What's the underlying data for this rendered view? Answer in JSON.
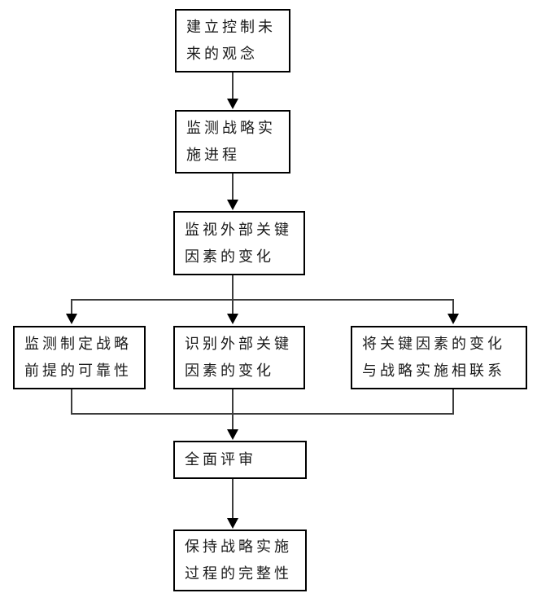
{
  "diagram": {
    "type": "flowchart",
    "background_color": "#ffffff",
    "box_border_color": "#000000",
    "text_color": "#1a1a1a",
    "connector_color": "#3d3d3d",
    "arrow_color": "#000000",
    "nodes": [
      {
        "id": "establish-concept",
        "lines": [
          "建立控制未",
          "来的观念"
        ],
        "text": "建立控制未来的观念"
      },
      {
        "id": "monitor-strategy-progress",
        "lines": [
          "监测战略实",
          "施进程"
        ],
        "text": "监测战略实施进程"
      },
      {
        "id": "watch-external-key-factors",
        "lines": [
          "监视外部关键",
          "因素的变化"
        ],
        "text": "监视外部关键因素的变化"
      },
      {
        "id": "monitor-premise-reliability",
        "lines": [
          "监测制定战略",
          "前提的可靠性"
        ],
        "text": "监测制定战略前提的可靠性"
      },
      {
        "id": "identify-key-factor-changes",
        "lines": [
          "识别外部关键",
          "因素的变化"
        ],
        "text": "识别外部关键因素的变化"
      },
      {
        "id": "link-changes-to-implementation",
        "lines": [
          "将关键因素的变化",
          "与战略实施相联系"
        ],
        "text": "将关键因素的变化与战略实施相联系"
      },
      {
        "id": "comprehensive-review",
        "lines": [
          "全面评审"
        ],
        "text": "全面评审"
      },
      {
        "id": "maintain-process-integrity",
        "lines": [
          "保持战略实施",
          "过程的完整性"
        ],
        "text": "保持战略实施过程的完整性"
      }
    ],
    "edges": [
      "establish-concept -> monitor-strategy-progress",
      "monitor-strategy-progress -> watch-external-key-factors",
      "watch-external-key-factors -> monitor-premise-reliability",
      "watch-external-key-factors -> identify-key-factor-changes",
      "watch-external-key-factors -> link-changes-to-implementation",
      "monitor-premise-reliability -> comprehensive-review",
      "identify-key-factor-changes -> comprehensive-review",
      "link-changes-to-implementation -> comprehensive-review",
      "comprehensive-review -> maintain-process-integrity"
    ]
  }
}
